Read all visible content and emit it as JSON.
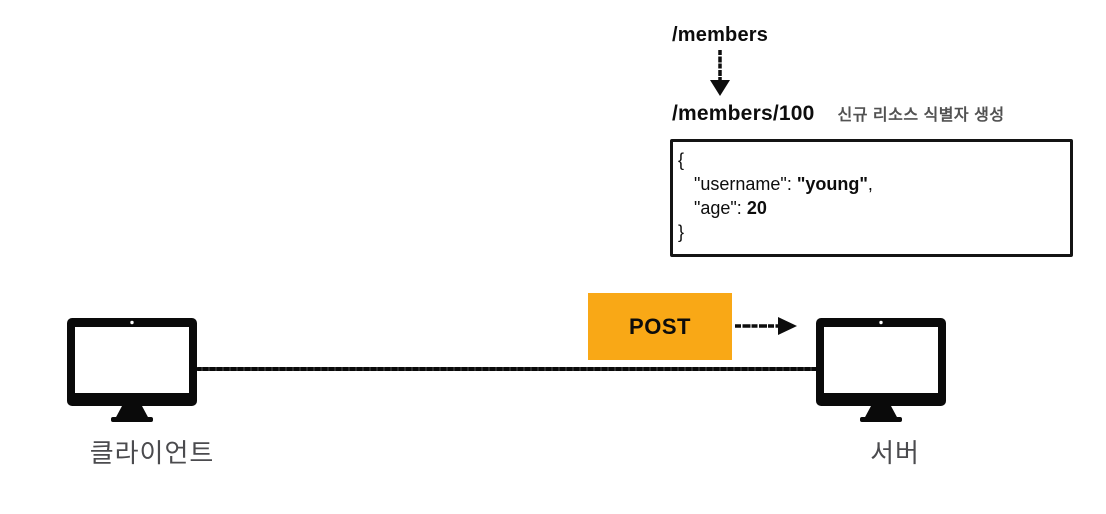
{
  "colors": {
    "accent_orange": "#f9a816",
    "ink_black": "#0d0d0d",
    "label_gray": "#4b4b4e",
    "note_gray": "#525252"
  },
  "flow": {
    "source_path": "/members",
    "result_path": "/members/100",
    "result_note": "신규 리소스 식별자 생성"
  },
  "request_body": {
    "open_brace": "{",
    "close_brace": "}",
    "lines": [
      {
        "key": "\"username\": ",
        "value": "\"young\"",
        "trail": ","
      },
      {
        "key": "\"age\": ",
        "value": "20",
        "trail": ""
      }
    ]
  },
  "method_badge": {
    "label": "POST"
  },
  "nodes": {
    "client_label": "클라이언트",
    "server_label": "서버"
  }
}
